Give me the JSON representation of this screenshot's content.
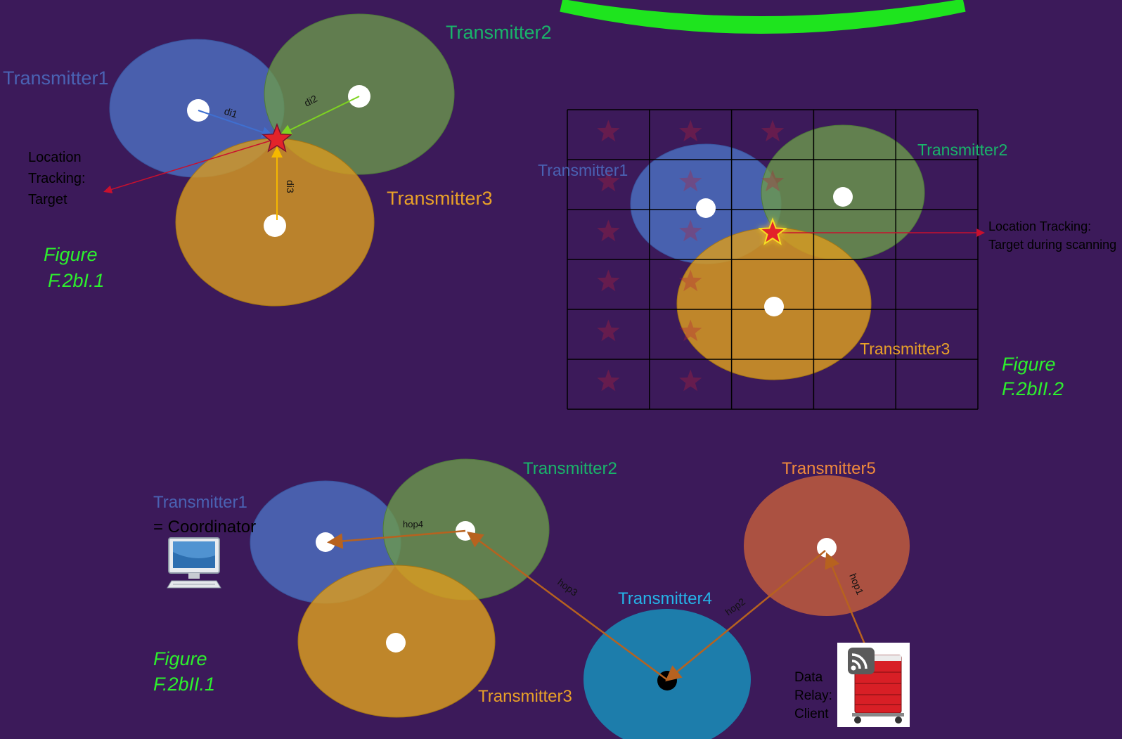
{
  "colors": {
    "background": "#3c1a5a",
    "transmitter1": "#4a67b6",
    "transmitter2": "#6c9a4c",
    "transmitter3": "#d69a22",
    "transmitter4": "#1b83b0",
    "transmitter5": "#b5563f",
    "transmitter1_label": "#4a62b3",
    "transmitter2_label": "#19b46a",
    "transmitter3_label": "#e9a128",
    "transmitter4_label": "#25b4e8",
    "transmitter5_label": "#f08a3c",
    "figure_caption": "#2df02d",
    "target_star": "#e3232a",
    "arrow_red": "#c8102e",
    "hop_arrow": "#b7621f"
  },
  "fig1": {
    "transmitter1": "Transmitter1",
    "transmitter2": "Transmitter2",
    "transmitter3": "Transmitter3",
    "d1": "di1",
    "d2": "di2",
    "d3": "di3",
    "target_label_lines": [
      "Location",
      "Tracking:",
      "Target"
    ],
    "caption_lines": [
      "Figure",
      "F.2bI.1"
    ]
  },
  "fig2": {
    "transmitter1": "Transmitter1",
    "transmitter2": "Transmitter2",
    "transmitter3": "Transmitter3",
    "grid_rows": 6,
    "grid_cols": 5,
    "target_label_lines": [
      "Location Tracking:",
      "Target during scanning"
    ],
    "caption_lines": [
      "Figure",
      "F.2bII.2"
    ]
  },
  "fig3": {
    "transmitter1": "Transmitter1",
    "coordinator": "= Coordinator",
    "transmitter2": "Transmitter2",
    "transmitter3": "Transmitter3",
    "transmitter4": "Transmitter4",
    "transmitter5": "Transmitter5",
    "hop1": "hop1",
    "hop2": "hop2",
    "hop3": "hop3",
    "hop4": "hop4",
    "client_label_lines": [
      "Data",
      "Relay:",
      "Client"
    ],
    "computer_icon": "computer-icon",
    "cart_icon": "medical-cart-rss-icon",
    "caption_lines": [
      "Figure",
      "F.2bII.1"
    ]
  }
}
